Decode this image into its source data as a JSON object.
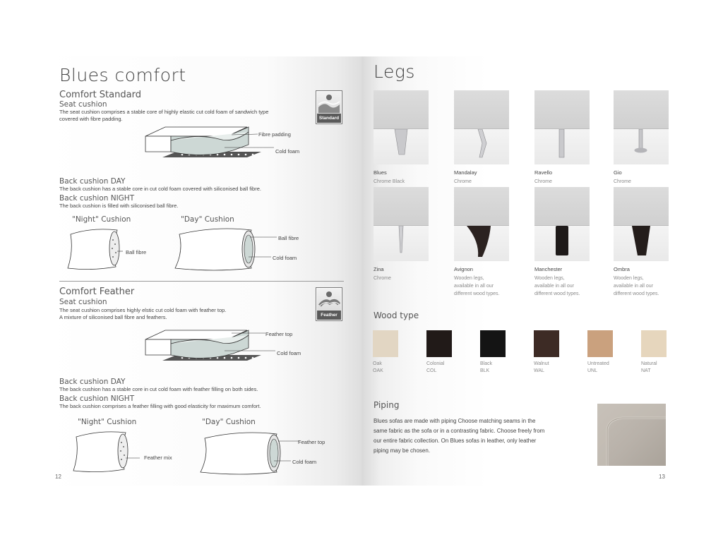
{
  "left_page": {
    "title": "Blues comfort",
    "standard": {
      "heading": "Comfort Standard",
      "seat_heading": "Seat cushion",
      "seat_text_1": "The seat cushion comprises a stable core of highly elastic cut cold foam of sandwich type",
      "seat_text_2": "covered with fibre padding.",
      "badge_label": "Standard",
      "seat_callouts": [
        "Fibre padding",
        "Cold foam"
      ],
      "back_day_heading": "Back cushion DAY",
      "back_day_text": "The back cushion has a stable core in cut cold foam covered with siliconised ball fibre.",
      "back_night_heading": "Back cushion NIGHT",
      "back_night_text": "The back cushion is filled with siliconised ball fibre.",
      "night_cushion_label": "\"Night\" Cushion",
      "day_cushion_label": "\"Day\" Cushion",
      "night_callout": "Ball fibre",
      "day_callouts": [
        "Ball fibre",
        "Cold foam"
      ]
    },
    "feather": {
      "heading": "Comfort Feather",
      "seat_heading": "Seat cushion",
      "seat_text_1": "The seat cushion comprises highly elstic cut cold foam with feather top.",
      "seat_text_2": "A mixture of siliconised ball fibre and feathers.",
      "badge_label": "Feather",
      "seat_callouts": [
        "Feather top",
        "Cold foam"
      ],
      "back_day_heading": "Back cushion DAY",
      "back_day_text": "The back cushion has a stable core in cut cold foam with feather filling on both sides.",
      "back_night_heading": "Back cushion NIGHT",
      "back_night_text": "The back cushion comprises a feather filling with good elasticity for maximum comfort.",
      "night_cushion_label": "\"Night\" Cushion",
      "day_cushion_label": "\"Day\" Cushion",
      "night_callout": "Feather mix",
      "day_callouts": [
        "Feather top",
        "Cold foam"
      ]
    },
    "page_number": "12"
  },
  "right_page": {
    "title": "Legs",
    "legs": [
      {
        "name": "Blues",
        "finish": "Chrome Black",
        "kind": "chrome-block",
        "color": "#c9c9cc"
      },
      {
        "name": "Mandalay",
        "finish": "Chrome",
        "kind": "chrome-angled",
        "color": "#cfcfd2"
      },
      {
        "name": "Ravello",
        "finish": "Chrome",
        "kind": "chrome-tube",
        "color": "#c9c9cc"
      },
      {
        "name": "Gio",
        "finish": "Chrome",
        "kind": "chrome-glide",
        "color": "#c6c6c9"
      },
      {
        "name": "Zina",
        "finish": "Chrome",
        "kind": "chrome-thin",
        "color": "#cfcfd2"
      },
      {
        "name": "Avignon",
        "finish": "Wooden legs,\navailable in all our\ndifferent wood types.",
        "kind": "wood-curved",
        "color": "#2b2220"
      },
      {
        "name": "Manchester",
        "finish": "Wooden legs,\navailable in all our\ndifferent wood types.",
        "kind": "wood-round",
        "color": "#1e1a19"
      },
      {
        "name": "Ombra",
        "finish": "Wooden legs,\navailable in all our\ndifferent wood types.",
        "kind": "wood-taper",
        "color": "#241d1b"
      }
    ],
    "wood_heading": "Wood type",
    "woods": [
      {
        "name": "Oak",
        "code": "OAK",
        "color": "#e2d6c3"
      },
      {
        "name": "Colonial",
        "code": "COL",
        "color": "#211a18"
      },
      {
        "name": "Black",
        "code": "BLK",
        "color": "#141414"
      },
      {
        "name": "Walnut",
        "code": "WAL",
        "color": "#3d2b25"
      },
      {
        "name": "Untreated",
        "code": "UNL",
        "color": "#caa17e"
      },
      {
        "name": "Natural",
        "code": "NAT",
        "color": "#e6d6bd"
      }
    ],
    "piping_heading": "Piping",
    "piping_lines": [
      "Blues sofas are made with piping Choose matching seams in the",
      "same fabric as the sofa or in a contrasting fabric. Choose freely from",
      "our entire fabric collection. On Blues sofas in leather, only leather",
      "piping may be chosen."
    ],
    "page_number": "13"
  }
}
